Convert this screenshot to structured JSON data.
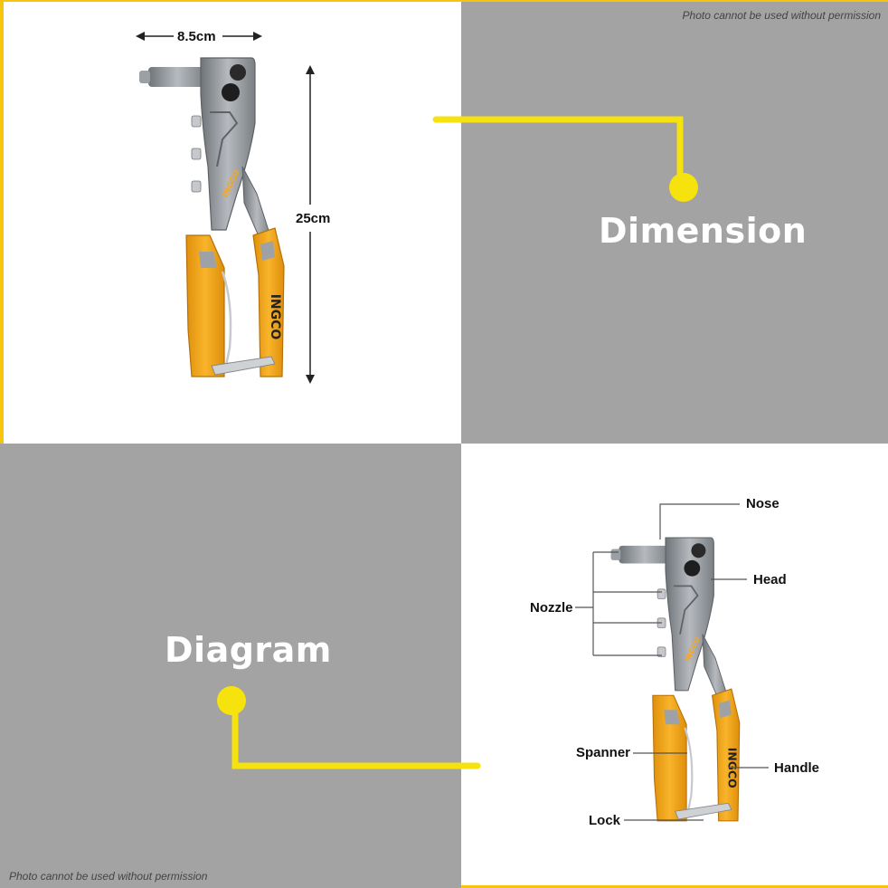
{
  "watermark": "Photo cannot be used without permission",
  "dimension": {
    "title": "Dimension",
    "width_label": "8.5cm",
    "height_label": "25cm"
  },
  "diagram": {
    "title": "Diagram",
    "parts": {
      "nose": "Nose",
      "head": "Head",
      "nozzle": "Nozzle",
      "spanner": "Spanner",
      "handle": "Handle",
      "lock": "Lock"
    }
  },
  "brand": {
    "logo_text": "INGCO",
    "colors": {
      "accent": "#f6c50d",
      "panel_gray": "#a4a3a3",
      "handle_orange": "#f5a623",
      "tool_gray": "#8e9297"
    }
  }
}
